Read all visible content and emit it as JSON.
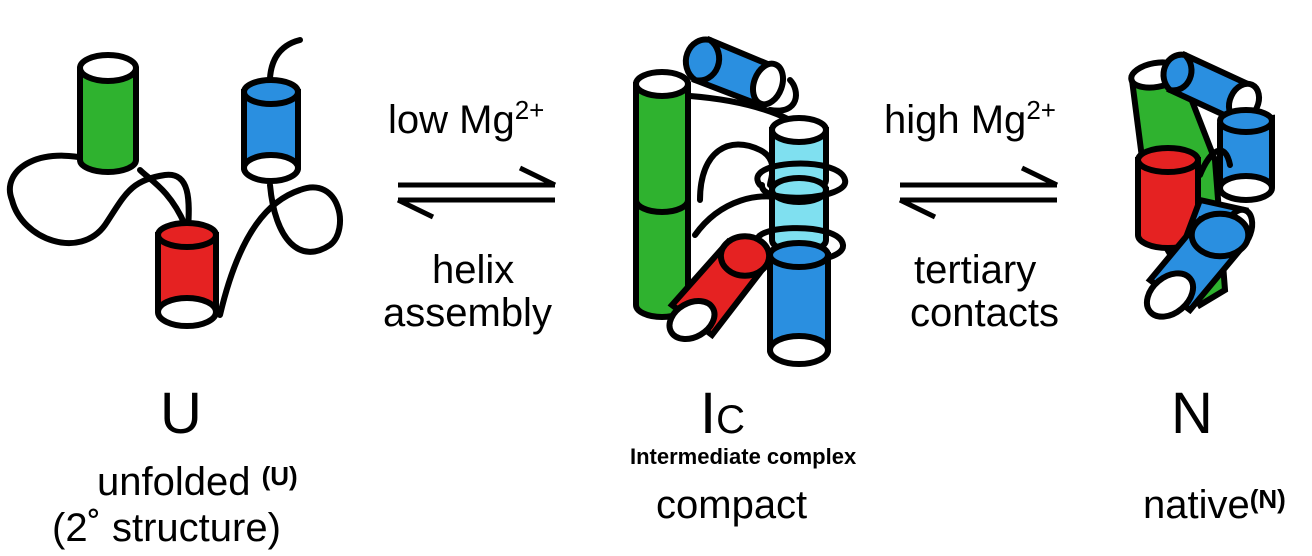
{
  "colors": {
    "green": "#2fb22f",
    "blue": "#2a8fe0",
    "light_blue": "#7fe0f0",
    "red": "#e52222",
    "line": "#000000"
  },
  "arrow1": {
    "top_label_main": "low Mg",
    "top_label_sup": "2+",
    "bottom_label_1": "helix",
    "bottom_label_2": "assembly"
  },
  "arrow2": {
    "top_label_main": "high Mg",
    "top_label_sup": "2+",
    "bottom_label_1": "tertiary",
    "bottom_label_2": "contacts"
  },
  "state_u": {
    "symbol": "U",
    "name": "unfolded",
    "abbr": "(U)",
    "detail": "(2˚ structure)"
  },
  "state_ic": {
    "symbol_main": "I",
    "symbol_sub": "C",
    "full_name": "Intermediate complex",
    "name": "compact"
  },
  "state_n": {
    "symbol": "N",
    "name": "native",
    "abbr": "(N)"
  }
}
